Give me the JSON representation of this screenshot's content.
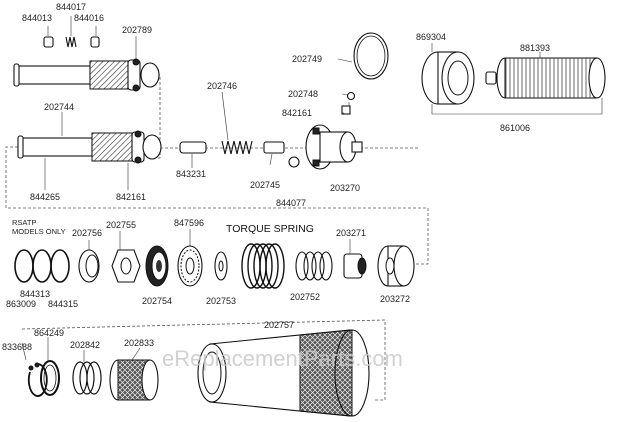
{
  "labels": {
    "p844017": "844017",
    "p844013": "844013",
    "p844016": "844016",
    "p202789": "202789",
    "p202749": "202749",
    "p869304": "869304",
    "p881393": "881393",
    "p861006": "861006",
    "p202748": "202748",
    "p842161a": "842161",
    "p202746": "202746",
    "p202744": "202744",
    "p843231": "843231",
    "p202745": "202745",
    "p844077": "844077",
    "p203270": "203270",
    "p844265": "844265",
    "p842161b": "842161",
    "rsatp1": "RSATP",
    "rsatp2": "MODELS ONLY",
    "p202756": "202756",
    "p202755": "202755",
    "p847596": "847596",
    "torque": "TORQUE SPRING",
    "p203271": "203271",
    "p844313": "844313",
    "p863009": "863009",
    "p844315": "844315",
    "p202754": "202754",
    "p202753": "202753",
    "p202752": "202752",
    "p203272": "203272",
    "p202757": "202757",
    "p864249": "864249",
    "p833688": "833688",
    "p202842": "202842",
    "p202833": "202833"
  },
  "watermark": "eReplacementParts.com"
}
